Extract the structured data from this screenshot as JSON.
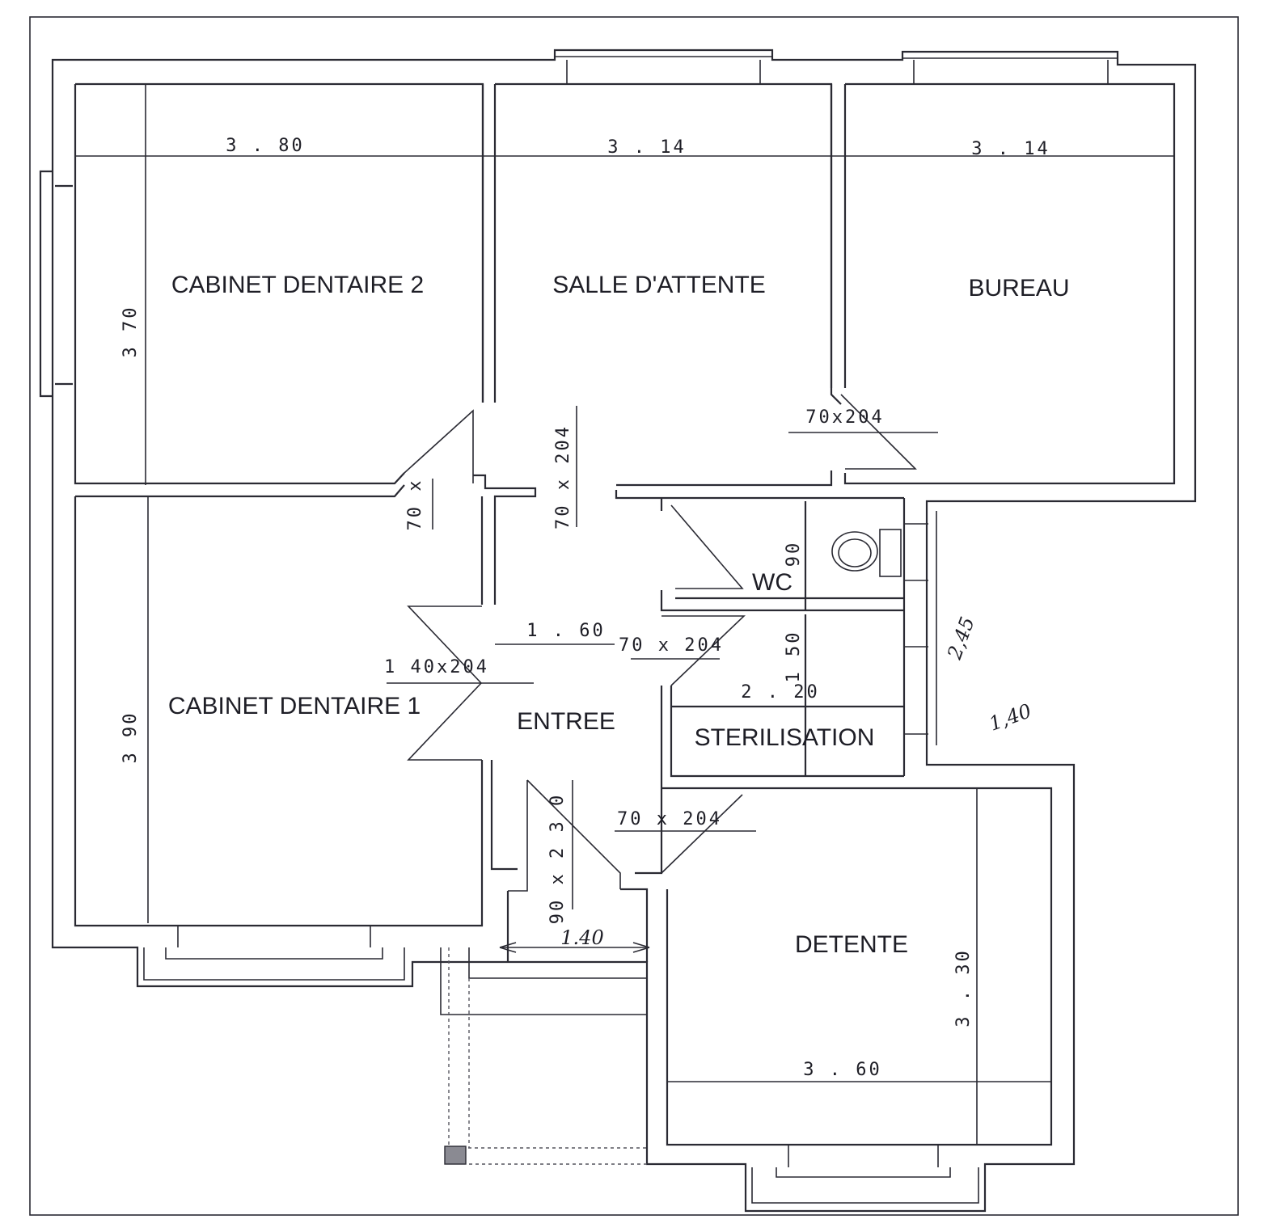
{
  "rooms": {
    "cabinet_dentaire_2": "CABINET DENTAIRE 2",
    "salle_attente": "SALLE D'ATTENTE",
    "bureau": "BUREAU",
    "wc": "WC",
    "cabinet_dentaire_1": "CABINET DENTAIRE 1",
    "entree": "ENTREE",
    "sterilisation": "STERILISATION",
    "detente": "DETENTE"
  },
  "dimensions": {
    "cab2_width": "3 . 80",
    "salle_width": "3 . 14",
    "bureau_width": "3 . 14",
    "cab2_depth": "3 70",
    "cab1_depth": "3 90",
    "entree_width": "1 . 60",
    "wc_width": "90",
    "steril_depth": "1 50",
    "steril_width": "2 . 20",
    "detente_depth": "3 . 30",
    "detente_width": "3 . 60",
    "corridor_hand": "2,45",
    "side_hand": "1,40",
    "bottom_hand": "1.40"
  },
  "doors": {
    "bureau_door": "70x204",
    "central_door": "70 x 204",
    "cab2_door": "70 x",
    "cab1_door": "1 40x204",
    "wc_door": "70 x 204",
    "entrance_door": "90 x 2 3 0",
    "detente_door": "70 x 204"
  },
  "colors": {
    "line": "#2a2a33",
    "text": "#1e1e26",
    "background": "#ffffff"
  }
}
